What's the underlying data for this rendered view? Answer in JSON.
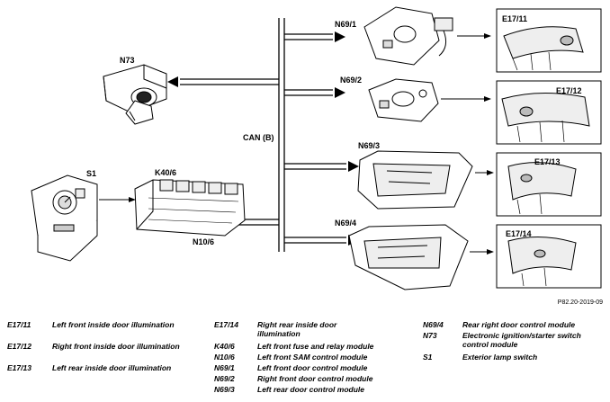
{
  "labels": {
    "n73": "N73",
    "s1": "S1",
    "k40_6": "K40/6",
    "n10_6": "N10/6",
    "can_b": "CAN (B)",
    "n69_1": "N69/1",
    "n69_2": "N69/2",
    "n69_3": "N69/3",
    "n69_4": "N69/4",
    "e17_11": "E17/11",
    "e17_12": "E17/12",
    "e17_13": "E17/13",
    "e17_14": "E17/14"
  },
  "reference": "P82.20-2019-09",
  "legend": [
    {
      "code": "E17/11",
      "desc": "Left front inside door illumination"
    },
    {
      "code": "E17/12",
      "desc": "Right front inside door illumination"
    },
    {
      "code": "E17/13",
      "desc": "Left rear inside door illumination"
    },
    {
      "code": "E17/14",
      "desc": "Right rear inside door illumination"
    },
    {
      "code": "K40/6",
      "desc": "Left front fuse and relay module"
    },
    {
      "code": "N10/6",
      "desc": "Left front SAM control module"
    },
    {
      "code": "N69/1",
      "desc": "Left front door control module"
    },
    {
      "code": "N69/2",
      "desc": "Right front door control module"
    },
    {
      "code": "N69/3",
      "desc": "Left rear door control module"
    },
    {
      "code": "N69/4",
      "desc": "Rear right door control module"
    },
    {
      "code": "N73",
      "desc": "Electronic ignition/starter switch control module"
    },
    {
      "code": "S1",
      "desc": "Exterior lamp switch"
    }
  ]
}
